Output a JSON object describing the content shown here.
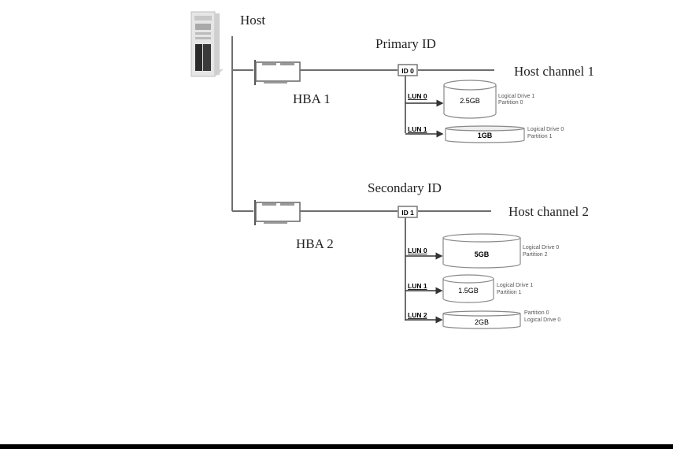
{
  "diagram": {
    "host": {
      "label": "Host",
      "icon": "server-tower-icon"
    },
    "hbas": [
      {
        "label": "HBA 1",
        "icon": "hba-card-icon"
      },
      {
        "label": "HBA 2",
        "icon": "hba-card-icon"
      }
    ],
    "channels": [
      {
        "id_title": "Primary ID",
        "id_box": "ID 0",
        "channel_label": "Host channel 1",
        "luns": [
          {
            "lun": "LUN 0",
            "size": "2.5GB",
            "desc": [
              "Logical Drive 1",
              "Partition 0"
            ]
          },
          {
            "lun": "LUN 1",
            "size": "1GB",
            "desc": [
              "Logical Drive 0",
              "Partition 1"
            ]
          }
        ]
      },
      {
        "id_title": "Secondary ID",
        "id_box": "ID 1",
        "channel_label": "Host channel 2",
        "luns": [
          {
            "lun": "LUN 0",
            "size": "5GB",
            "desc": [
              "Logical Drive 0",
              "Partition 2"
            ]
          },
          {
            "lun": "LUN 1",
            "size": "1.5GB",
            "desc": [
              "Logical Drive 1",
              "Partition 1"
            ]
          },
          {
            "lun": "LUN 2",
            "size": "2GB",
            "desc": [
              "Partition 0",
              "Logical Drive 0"
            ]
          }
        ]
      }
    ]
  },
  "colors": {
    "line": "#6e6e6e",
    "text": "#222222",
    "bar": "#000000"
  }
}
